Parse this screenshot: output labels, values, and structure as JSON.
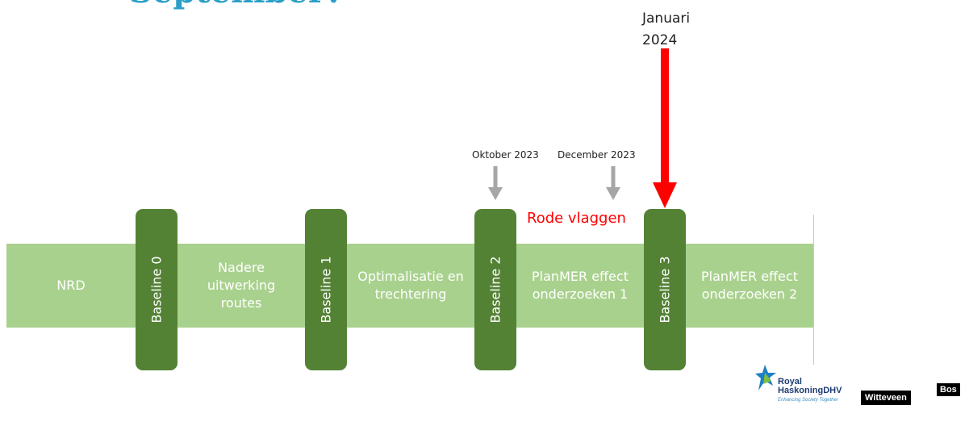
{
  "title": "September?",
  "phases": [
    {
      "label": "NRD"
    },
    {
      "label": "Nadere\nuitwerking\nroutes"
    },
    {
      "label": "Optimalisatie en\ntrechtering"
    },
    {
      "label": "PlanMER effect\nonderzoeken 1"
    },
    {
      "label": "PlanMER effect\nonderzoeken 2"
    }
  ],
  "baselines": [
    {
      "label": "Baseline 0"
    },
    {
      "label": "Baseline 1"
    },
    {
      "label": "Baseline 2"
    },
    {
      "label": "Baseline 3"
    }
  ],
  "milestones": {
    "oktober": "Oktober 2023",
    "december": "December 2023",
    "januari": "Januari\n2024"
  },
  "rode_vlaggen": "Rode vlaggen",
  "logos": {
    "rhdhv_brand": "Royal\nHaskoningDHV",
    "rhdhv_tagline": "Enhancing Society Together",
    "wb_left": "Witteveen",
    "wb_plus": "+",
    "wb_right": "Bos"
  },
  "colors": {
    "band": "#a9d18e",
    "baseline": "#548235",
    "title": "#2a9fc7",
    "red": "#ff0000",
    "gray_arrow": "#a6a6a6"
  }
}
